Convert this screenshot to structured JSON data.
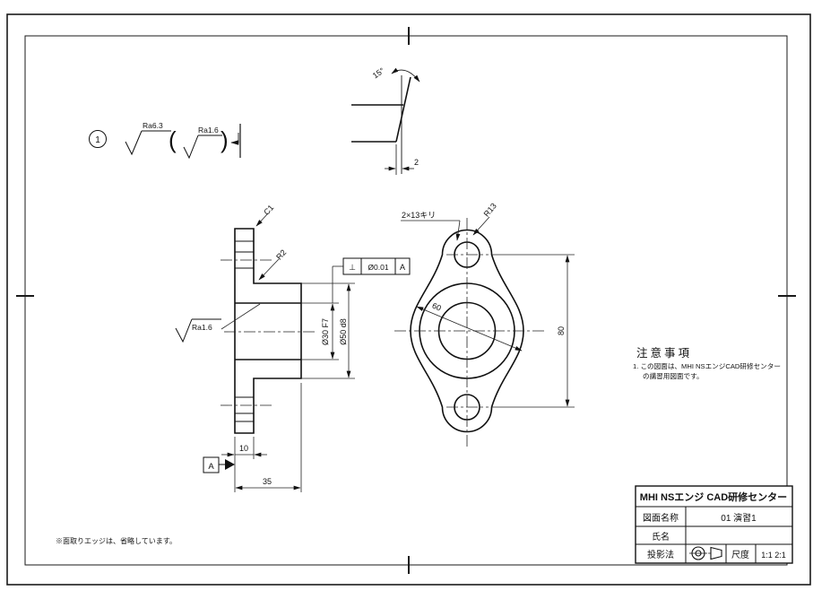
{
  "legend": {
    "item_number": "1",
    "roughness_main": "Ra6.3",
    "paren_open": "(",
    "roughness_paren": "Ra1.6",
    "paren_close": ")"
  },
  "detail_view": {
    "angle": "15°",
    "width": "2"
  },
  "section_view": {
    "chamfer": "C1",
    "fillet": "R2",
    "surface_roughness": "Ra1.6",
    "bore_dim": "Ø30 F7",
    "boss_dim": "Ø50 d8",
    "plate_thickness": "10",
    "total_depth": "35",
    "datum_label": "A",
    "tolerance_frame": {
      "symbol": "⊥",
      "value": "Ø0.01",
      "datum": "A"
    }
  },
  "front_view": {
    "hole_callout": "2×13キリ",
    "end_radius": "R13",
    "width_dim": "60",
    "hole_pitch": "80"
  },
  "notes": {
    "title": "注意事項",
    "line1": "1. この図面は、MHI NSエンジCAD研修センター",
    "line2": "の講習用図面です。"
  },
  "footnote": "※面取りエッジは、省略しています。",
  "title_block": {
    "company": "MHI NSエンジ CAD研修センター",
    "drawing_name_label": "図面名称",
    "drawing_name": "01 演習1",
    "person_label": "氏名",
    "person_value": "",
    "projection_label": "投影法",
    "scale_label": "尺度",
    "scale_value": "1:1 2:1"
  },
  "colors": {
    "line": "#1a1a1a",
    "thin": "#2a2a2a"
  }
}
